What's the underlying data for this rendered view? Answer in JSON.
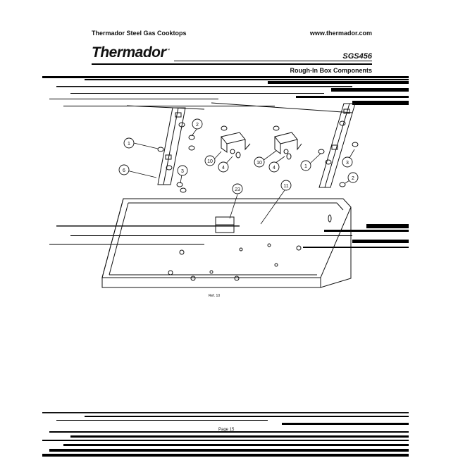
{
  "header": {
    "doc_title": "Thermador Steel Gas Cooktops",
    "website": "www.thermador.com",
    "brand": "Thermador",
    "brand_mark": "™",
    "model": "SGS456",
    "section": "Rough-In Box Components"
  },
  "diagram": {
    "callouts": [
      "1",
      "2",
      "3",
      "4",
      "6",
      "10",
      "11",
      "23"
    ],
    "part_number": "Ref. 10"
  },
  "footer": {
    "page": "Page 15"
  }
}
